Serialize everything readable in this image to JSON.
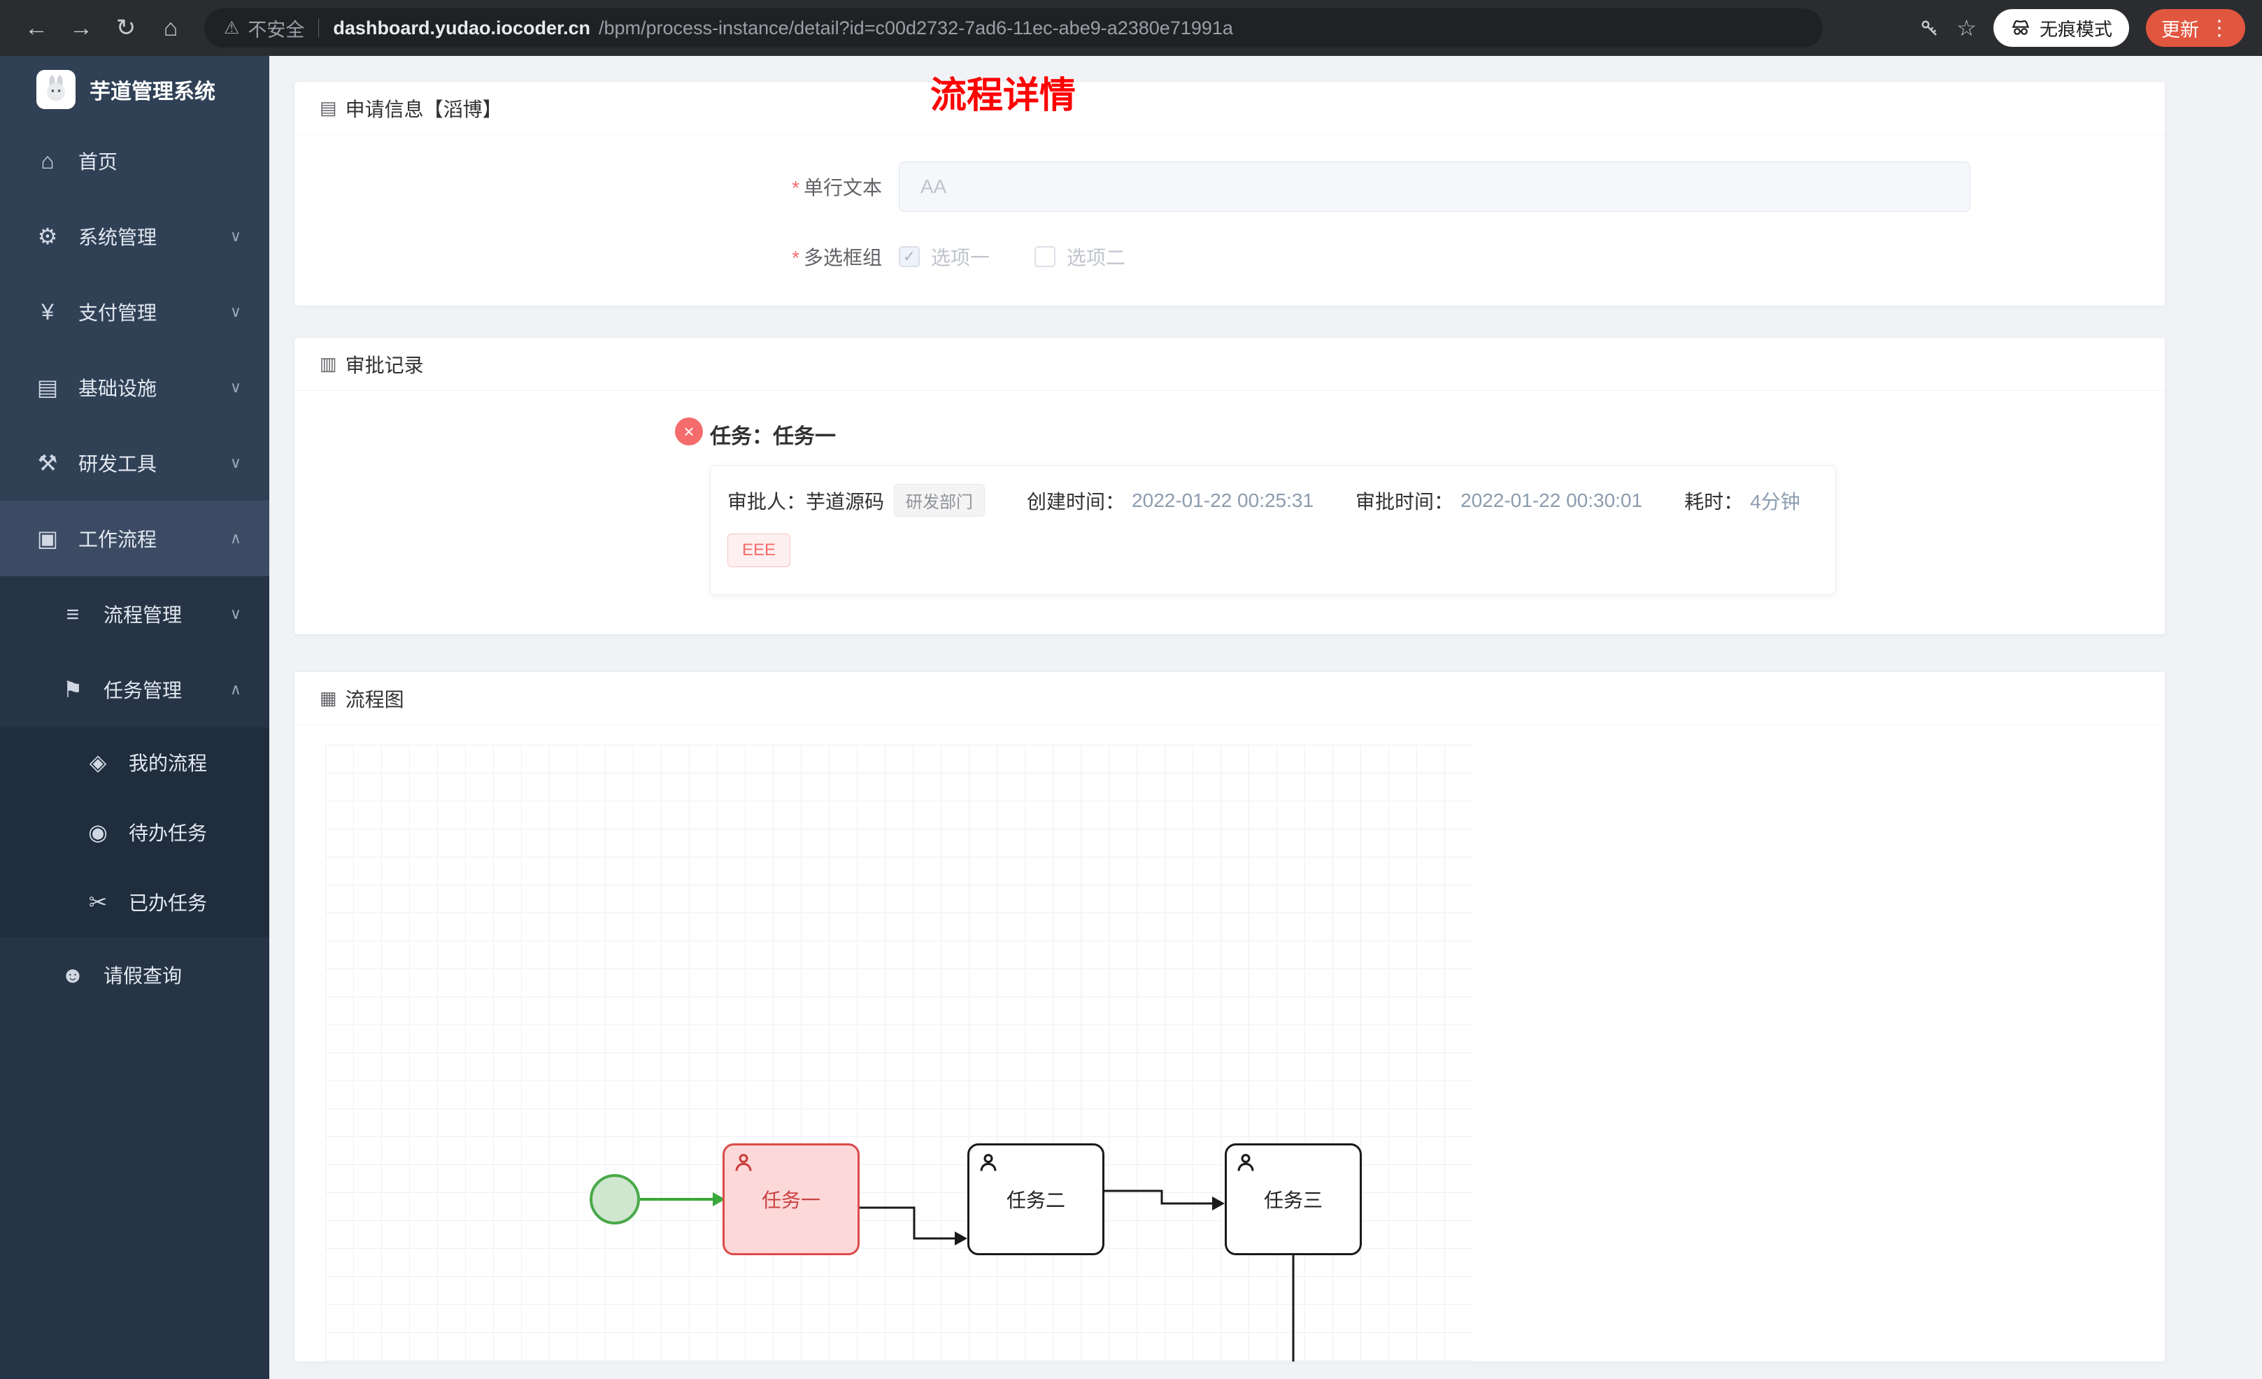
{
  "browser": {
    "back_icon": "←",
    "forward_icon": "→",
    "refresh_icon": "↻",
    "home_icon": "⌂",
    "security_icon": "⚠",
    "security_label": "不安全",
    "url_domain": "dashboard.yudao.iocoder.cn",
    "url_path": "/bpm/process-instance/detail?id=c00d2732-7ad6-11ec-abe9-a2380e71991a",
    "star_icon": "☆",
    "incognito_label": "无痕模式",
    "update_button": "更新",
    "menu_icon": "⋮"
  },
  "sidebar": {
    "app_title": "芋道管理系统",
    "items": [
      {
        "label": "首页",
        "icon": "⌂"
      },
      {
        "label": "系统管理",
        "icon": "⚙",
        "chevron": "∨"
      },
      {
        "label": "支付管理",
        "icon": "¥",
        "chevron": "∨"
      },
      {
        "label": "基础设施",
        "icon": "▤",
        "chevron": "∨"
      },
      {
        "label": "研发工具",
        "icon": "⚒",
        "chevron": "∨"
      },
      {
        "label": "工作流程",
        "icon": "▣",
        "chevron": "∧"
      },
      {
        "label": "流程管理",
        "icon": "≡",
        "chevron": "∨"
      },
      {
        "label": "任务管理",
        "icon": "⚑",
        "chevron": "∧"
      },
      {
        "label": "我的流程",
        "icon": "◈"
      },
      {
        "label": "待办任务",
        "icon": "◉"
      },
      {
        "label": "已办任务",
        "icon": "✂"
      },
      {
        "label": "请假查询",
        "icon": "☻"
      }
    ]
  },
  "main": {
    "page_title": "流程详情",
    "apply_card": {
      "icon": "▤",
      "title": "申请信息【滔博】",
      "field1_label": "单行文本",
      "field1_placeholder": "AA",
      "field2_label": "多选框组",
      "field2_options": [
        {
          "label": "选项一",
          "checked": true
        },
        {
          "label": "选项二",
          "checked": false
        }
      ]
    },
    "approval_card": {
      "icon": "▥",
      "title": "审批记录",
      "status_icon": "×",
      "task_title": "任务：任务一",
      "approver_label": "审批人：",
      "approver_name": "芋道源码",
      "dept_tag": "研发部门",
      "created_label": "创建时间：",
      "created_time": "2022-01-22 00:25:31",
      "approved_label": "审批时间：",
      "approved_time": "2022-01-22 00:30:01",
      "duration_label": "耗时：",
      "duration_value": "4分钟",
      "comment_tag": "EEE"
    },
    "diagram_card": {
      "icon": "▦",
      "title": "流程图",
      "nodes": [
        {
          "label": "任务一",
          "state": "active"
        },
        {
          "label": "任务二",
          "state": "pending"
        },
        {
          "label": "任务三",
          "state": "pending"
        }
      ]
    }
  },
  "colors": {
    "page_title_red": "#fe0000",
    "update_button_red": "#e1563f",
    "sidebar_bg": "#304156",
    "error_red": "#f56c6c",
    "highlight_task_border": "#dc4a4a",
    "start_event_green": "#49a949"
  }
}
